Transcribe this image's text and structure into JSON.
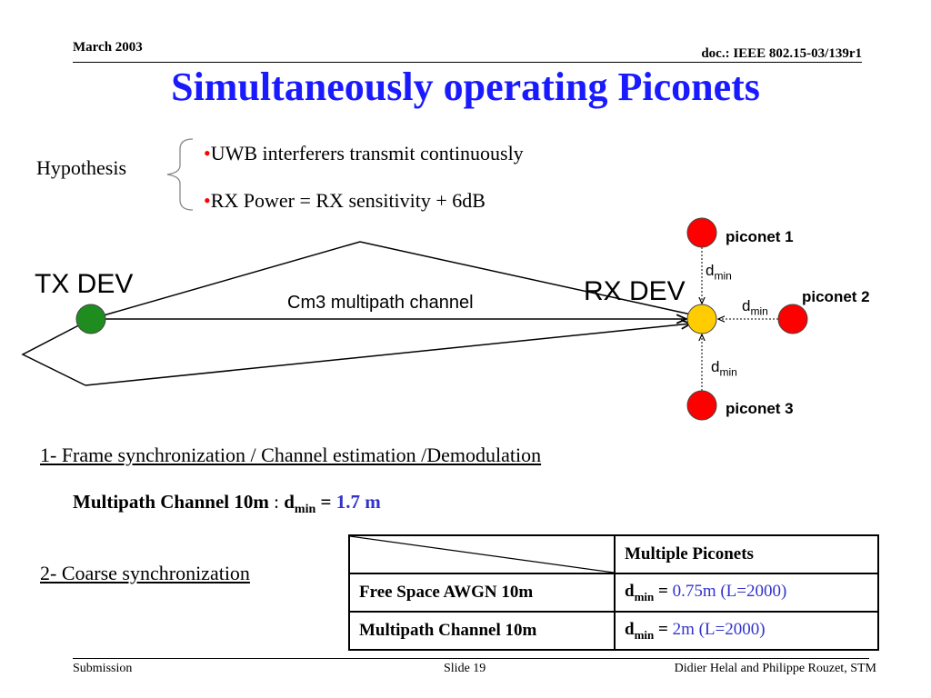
{
  "header": {
    "date": "March 2003",
    "doc": "doc.: IEEE 802.15-03/139r1"
  },
  "title": "Simultaneously operating Piconets",
  "hypothesis": {
    "label": "Hypothesis",
    "bullets": [
      "UWB interferers transmit continuously",
      "RX Power = RX sensitivity + 6dB"
    ],
    "bullet_mark": "•"
  },
  "diagram": {
    "tx_label": "TX DEV",
    "rx_label": "RX DEV",
    "channel_label": "Cm3 multipath channel",
    "piconets": [
      "piconet 1",
      "piconet 2",
      "piconet 3"
    ],
    "dmin_base": "d",
    "dmin_sub": "min",
    "colors": {
      "tx": "#1e8c1e",
      "rx": "#ffcc00",
      "interferer": "#ff0000"
    }
  },
  "section1": {
    "heading": "1- Frame synchronization / Channel estimation /Demodulation",
    "line_prefix": "Multipath Channel 10m",
    "separator": " : ",
    "d": "d",
    "sub": "min",
    "equals": " = ",
    "value": "1.7 m"
  },
  "section2": {
    "heading": "2- Coarse synchronization"
  },
  "table": {
    "header": "Multiple Piconets",
    "rows": [
      {
        "label": "Free Space AWGN 10m",
        "d": "d",
        "sub": "min",
        "eq": " = ",
        "value": "0.75m (L=2000)"
      },
      {
        "label": "Multipath Channel 10m",
        "d": "d",
        "sub": "min",
        "eq": " = ",
        "value": "2m (L=2000)"
      }
    ]
  },
  "footer": {
    "left": "Submission",
    "center": "Slide 19",
    "right": "Didier Helal and Philippe Rouzet, STM"
  }
}
